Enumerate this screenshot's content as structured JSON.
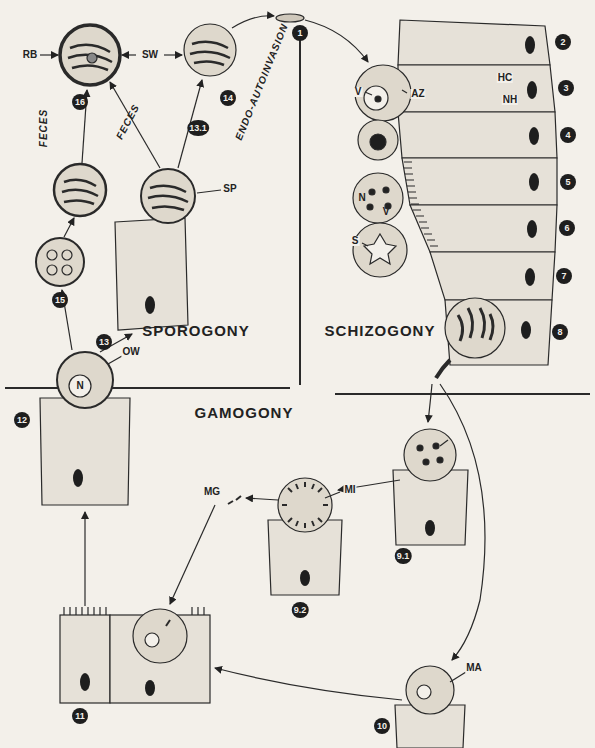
{
  "diagram": {
    "labels": [
      "1",
      "2",
      "3",
      "4",
      "5",
      "6",
      "7",
      "8",
      "9.1",
      "9.2",
      "10",
      "11",
      "12",
      "13",
      "13.1",
      "14",
      "15",
      "16",
      "HC",
      "NH",
      "V",
      "AZ",
      "N",
      "V",
      "S",
      "MI",
      "MG",
      "MA",
      "OW",
      "N",
      "SP",
      "SW",
      "RB",
      "FECES",
      "FECES",
      "ENDO-AUTOINVASION",
      "SPOROGONY",
      "SCHIZOGONY",
      "GAMOGONY"
    ]
  }
}
